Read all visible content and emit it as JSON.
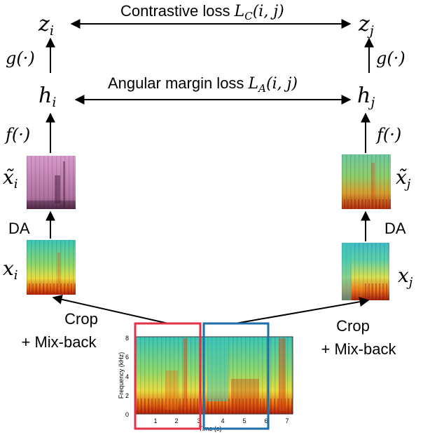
{
  "top_loss": {
    "text": "Contrastive loss ",
    "symbol": "L",
    "sub": "C",
    "args": "(i, j)"
  },
  "mid_loss": {
    "text": "Angular margin loss ",
    "symbol": "L",
    "sub": "A",
    "args": "(i, j)"
  },
  "left": {
    "z": "z",
    "z_sub": "i",
    "g": "g(·)",
    "h": "h",
    "h_sub": "i",
    "f": "f(·)",
    "xt": "x̃",
    "xt_sub": "i",
    "da": "DA",
    "x": "x",
    "x_sub": "i"
  },
  "right": {
    "z": "z",
    "z_sub": "j",
    "g": "g(·)",
    "h": "h",
    "h_sub": "j",
    "f": "f(·)",
    "xt": "x̃",
    "xt_sub": "j",
    "da": "DA",
    "x": "x",
    "x_sub": "j"
  },
  "crop_left": [
    "Crop",
    "+ Mix-back"
  ],
  "crop_right": [
    "Crop",
    "+ Mix-back"
  ],
  "spectrogram": {
    "ylabel": "Frequency (kHz)",
    "xlabel": "Time (s)",
    "yticks": [
      "0",
      "2",
      "4",
      "6",
      "8"
    ],
    "xticks": [
      "1",
      "2",
      "3",
      "4",
      "5",
      "6",
      "7"
    ]
  },
  "colors": {
    "crop_left_box": "#e0304a",
    "crop_right_box": "#1f6fa8",
    "spec_base": "#35c4b0",
    "spec_mid": "#e8e040",
    "spec_hot": "#c0200a",
    "tile_left_da": "#d78ec8"
  }
}
